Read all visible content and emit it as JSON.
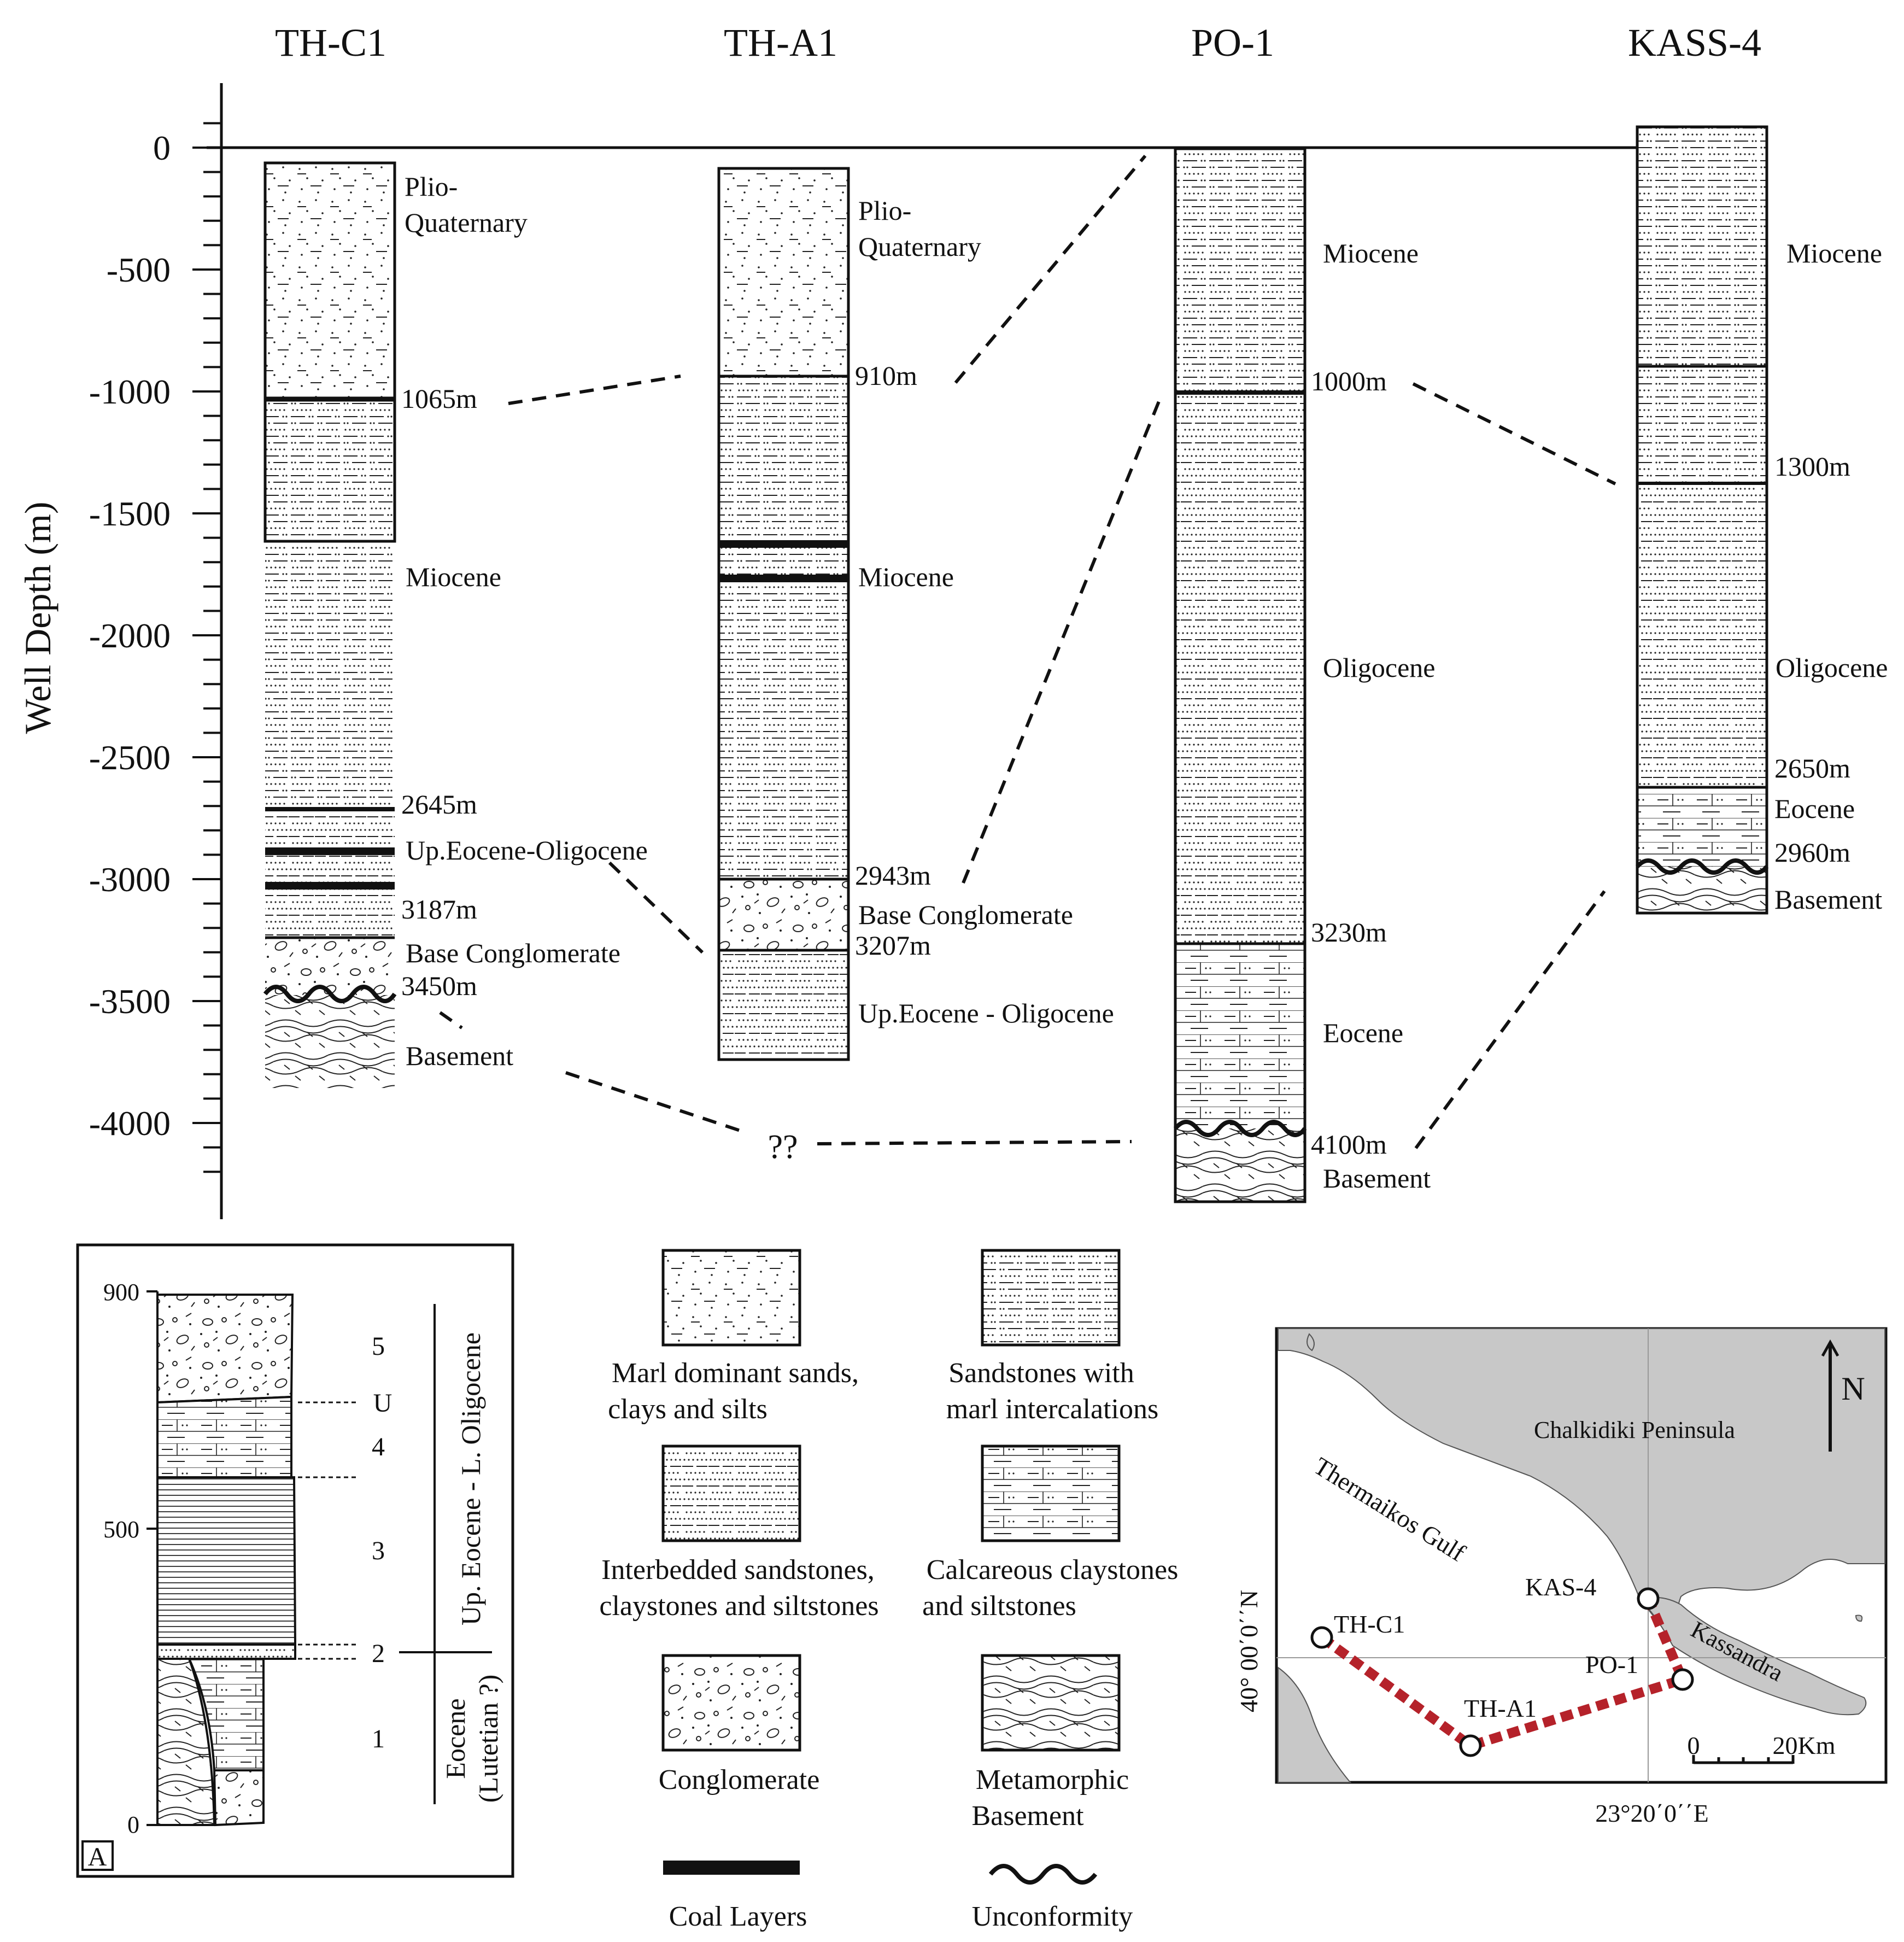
{
  "axis": {
    "label": "Well Depth (m)",
    "ticks": [
      "0",
      "-500",
      "-1000",
      "-1500",
      "-2000",
      "-2500",
      "-3000",
      "-3500",
      "-4000"
    ]
  },
  "wells": [
    {
      "id": "thc1",
      "name": "TH-C1",
      "depth_labels": [
        "1065m",
        "2645m",
        "3187m",
        "3450m"
      ],
      "units": [
        "Plio-",
        "Quaternary",
        "Miocene",
        "Up.Eocene-Oligocene",
        "Base Conglomerate",
        "Basement"
      ]
    },
    {
      "id": "tha1",
      "name": "TH-A1",
      "depth_labels": [
        "910m",
        "2943m",
        "3207m"
      ],
      "units": [
        "Plio-",
        "Quaternary",
        "Miocene",
        "Base Conglomerate",
        "Up.Eocene - Oligocene"
      ]
    },
    {
      "id": "po1",
      "name": "PO-1",
      "depth_labels": [
        "1000m",
        "3230m",
        "4100m"
      ],
      "units": [
        "Miocene",
        "Oligocene",
        "Eocene",
        "Basement"
      ]
    },
    {
      "id": "kass4",
      "name": "KASS-4",
      "depth_labels": [
        "1300m",
        "2650m",
        "2960m"
      ],
      "units": [
        "Miocene",
        "Oligocene",
        "Eocene",
        "Basement"
      ]
    }
  ],
  "correlation": {
    "uncertain_label": "??"
  },
  "inset_a": {
    "panel_label": "A",
    "scale_ticks": [
      "900",
      "500",
      "0"
    ],
    "unit_numbers": [
      "5",
      "U",
      "4",
      "3",
      "2",
      "1"
    ],
    "age_upper": "Up. Eocene - L. Oligocene",
    "age_lower_1": "Eocene",
    "age_lower_2": "(Lutetian ?)"
  },
  "legend": [
    {
      "id": "marl",
      "lines": [
        "Marl dominant sands,",
        "clays and silts"
      ]
    },
    {
      "id": "sandmarl",
      "lines": [
        "Sandstones with",
        "marl intercalations"
      ]
    },
    {
      "id": "interbedded",
      "lines": [
        "Interbedded sandstones,",
        "claystones and siltstones"
      ]
    },
    {
      "id": "calcareous",
      "lines": [
        "Calcareous claystones",
        "and siltstones"
      ]
    },
    {
      "id": "conglomerate",
      "lines": [
        "Conglomerate"
      ]
    },
    {
      "id": "metamorphic",
      "lines": [
        "Metamorphic",
        "Basement"
      ]
    },
    {
      "id": "coal",
      "lines": [
        "Coal Layers"
      ]
    },
    {
      "id": "unconformity",
      "lines": [
        "Unconformity"
      ]
    }
  ],
  "map": {
    "north": "N",
    "peninsula": "Chalkidiki Peninsula",
    "gulf": "Thermaikos Gulf",
    "kassandra": "Kassandra",
    "wells": [
      "TH-C1",
      "TH-A1",
      "PO-1",
      "KAS-4"
    ],
    "lat": "40° 00΄0΄΄N",
    "lon": "23°20΄0΄΄E",
    "scale_start": "0",
    "scale_end": "20Km",
    "line_color": "#b5222a",
    "land_color": "#c8c8c8"
  }
}
